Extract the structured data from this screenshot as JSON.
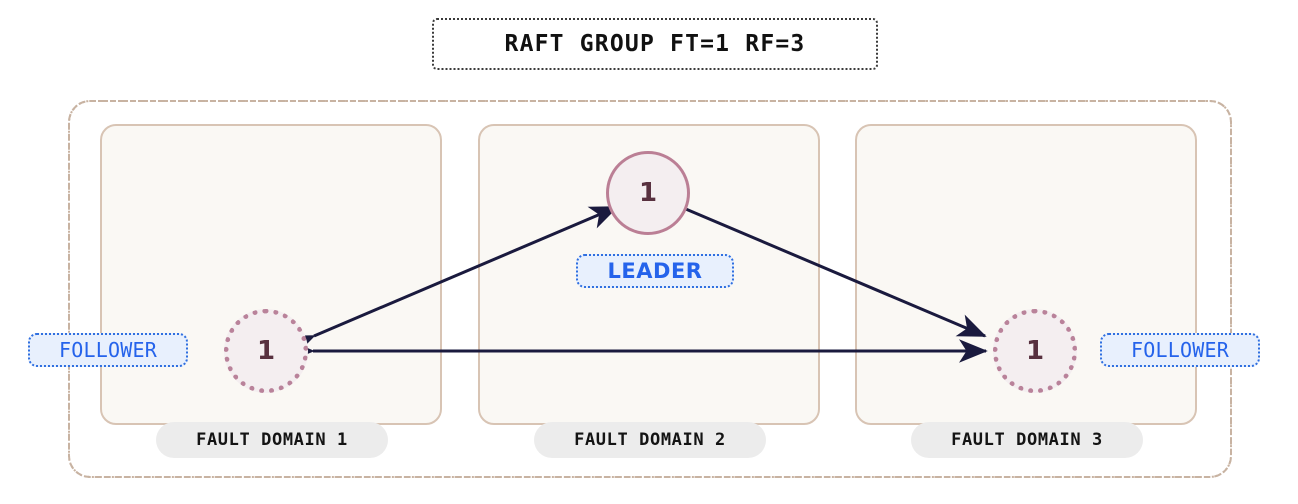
{
  "diagram": {
    "title": "RAFT GROUP FT=1 RF=3",
    "colors": {
      "arrow": "#1a1a3e",
      "node_fill": "#f4eef0",
      "node_text": "#58303f",
      "leader_border": "#bb7f95",
      "follower_border": "#b9829a",
      "domain_border": "#d8c4b4",
      "domain_fill": "#faf8f4",
      "outer_border": "#c8b3a2",
      "badge_text": "#2563eb",
      "badge_fill": "#e8f0fd",
      "domain_label_fill": "#ececec"
    },
    "fault_domains": [
      {
        "label": "FAULT DOMAIN 1"
      },
      {
        "label": "FAULT DOMAIN 2"
      },
      {
        "label": "FAULT DOMAIN 3"
      }
    ],
    "nodes": [
      {
        "id": "follower-1",
        "number": "1",
        "role": "FOLLOWER",
        "domain": "FAULT DOMAIN 1",
        "style": "dotted"
      },
      {
        "id": "leader",
        "number": "1",
        "role": "LEADER",
        "domain": "FAULT DOMAIN 2",
        "style": "solid"
      },
      {
        "id": "follower-3",
        "number": "1",
        "role": "FOLLOWER",
        "domain": "FAULT DOMAIN 3",
        "style": "dotted"
      }
    ],
    "edges": [
      {
        "from": "follower-1",
        "to": "leader",
        "direction": "bidirectional"
      },
      {
        "from": "leader",
        "to": "follower-3",
        "direction": "bidirectional"
      },
      {
        "from": "follower-1",
        "to": "follower-3",
        "direction": "bidirectional"
      }
    ]
  }
}
